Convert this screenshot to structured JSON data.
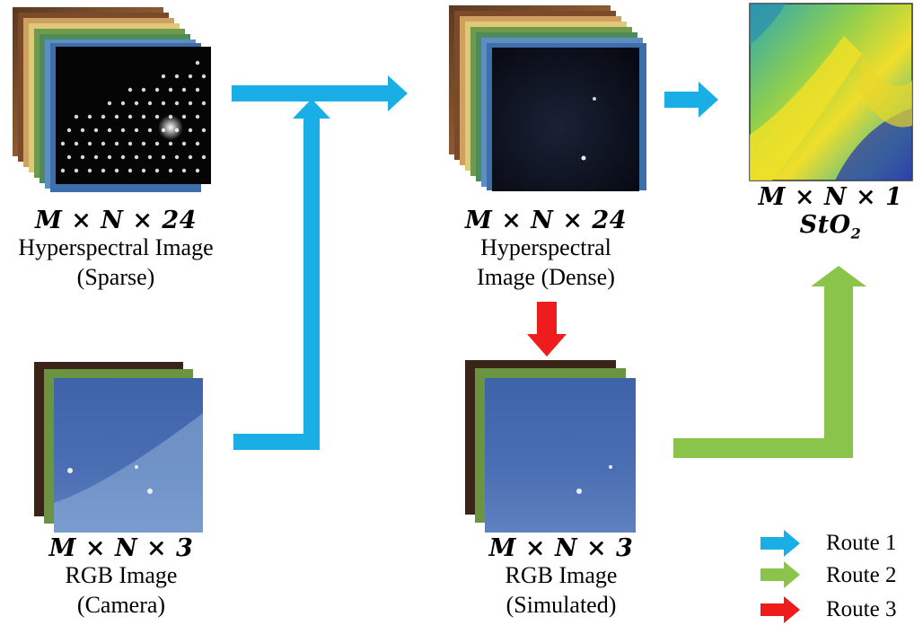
{
  "nodes": {
    "hsi_sparse": {
      "dim": "M × N × 24",
      "desc_lines": [
        "Hyperspectral Image",
        "(Sparse)"
      ]
    },
    "rgb_camera": {
      "dim": "M × N × 3",
      "desc_lines": [
        "RGB Image",
        "(Camera)"
      ]
    },
    "hsi_dense": {
      "dim": "M × N × 24",
      "desc_lines": [
        "Hyperspectral",
        "Image (Dense)"
      ]
    },
    "rgb_sim": {
      "dim": "M × N × 3",
      "desc_lines": [
        "RGB Image",
        "(Simulated)"
      ]
    },
    "sto2": {
      "dim": "M × N × 1",
      "desc_main": "StO",
      "desc_sub": "2"
    }
  },
  "legend": [
    {
      "label": "Route 1",
      "color": "#1aaee6"
    },
    {
      "label": "Route 2",
      "color": "#8ac44a"
    },
    {
      "label": "Route 3",
      "color": "#ee1c1c"
    }
  ],
  "colors": {
    "route1": "#1aaee6",
    "route2": "#8ac44a",
    "route3": "#ee1c1c"
  }
}
